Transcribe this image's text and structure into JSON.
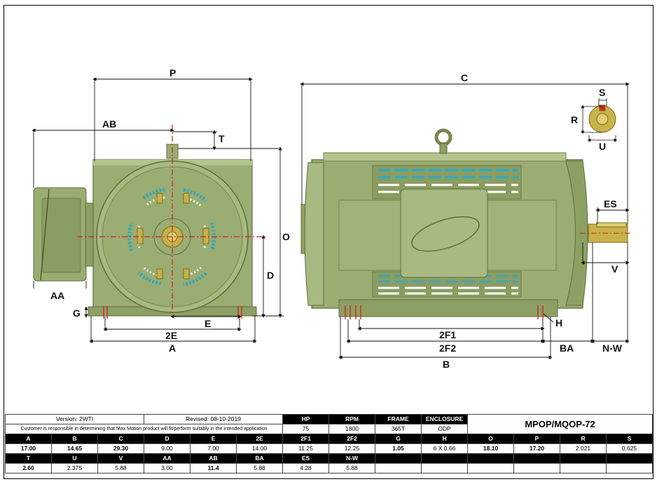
{
  "labels": {
    "P": "P",
    "AB": "AB",
    "T": "T",
    "O": "O",
    "D": "D",
    "E": "E",
    "twoE": "2E",
    "A": "A",
    "AA": "AA",
    "G": "G",
    "C": "C",
    "S": "S",
    "R": "R",
    "U": "U",
    "ES": "ES",
    "V": "V",
    "H": "H",
    "twoF1": "2F1",
    "twoF2": "2F2",
    "B": "B",
    "BA": "BA",
    "NW": "N-W"
  },
  "info": {
    "version": "Version: 2WTI",
    "revised": "Revised: 08-10-2019",
    "note": "Customer is responsible in determining that Max Motion product will fit/perform suitably in the intended application",
    "model": "MPOP/MQOP-72"
  },
  "ratings": {
    "headers": [
      "HP",
      "RPM",
      "FRAME",
      "ENCLOSURE"
    ],
    "values": [
      "75",
      "1800",
      "365T",
      "ODP"
    ]
  },
  "dims_row1": {
    "headers": [
      "A",
      "B",
      "C",
      "D",
      "E",
      "2E",
      "2F1",
      "2F2",
      "G",
      "H",
      "O",
      "P",
      "R",
      "S"
    ],
    "values": [
      "17.00",
      "14.65",
      "29.30",
      "9.00",
      "7.00",
      "14.00",
      "11.25",
      "12.25",
      "1.05",
      "6 X 0.66",
      "18.10",
      "17.20",
      "2.021",
      "0.625"
    ]
  },
  "dims_row2": {
    "headers": [
      "T",
      "U",
      "V",
      "AA",
      "AB",
      "BA",
      "ES",
      "N-W"
    ],
    "values": [
      "2.60",
      "2.375",
      "5.88",
      "3.00",
      "11.4",
      "5.88",
      "4.28",
      "5.88"
    ]
  },
  "colors": {
    "motor": "#9aad72",
    "motor_dark": "#76884f",
    "motor_light": "#b3c48c",
    "shaft": "#c8b24a",
    "accent_red": "#d42020",
    "coil_teal": "#3fa6b0"
  }
}
